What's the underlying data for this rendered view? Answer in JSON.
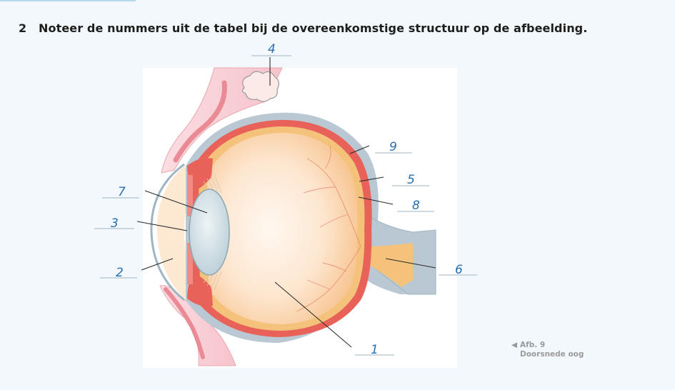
{
  "question": {
    "number": "2",
    "text": "Noteer de nummers uit de tabel bij de overeenkomstige structuur op de afbeelding."
  },
  "labels": [
    "4",
    "9",
    "5",
    "8",
    "7",
    "3",
    "2",
    "6",
    "1"
  ],
  "caption": {
    "line1": "Afb. 9",
    "line2": "Doorsnede oog"
  },
  "colors": {
    "label": "#2a6fb0",
    "sclera": "#b9c8d2",
    "choroid": "#e8625a",
    "retina": "#f4c27a",
    "vitreous": "#fde6cf",
    "lens": "#c9d9e0",
    "skin": "#f8c8cf"
  }
}
